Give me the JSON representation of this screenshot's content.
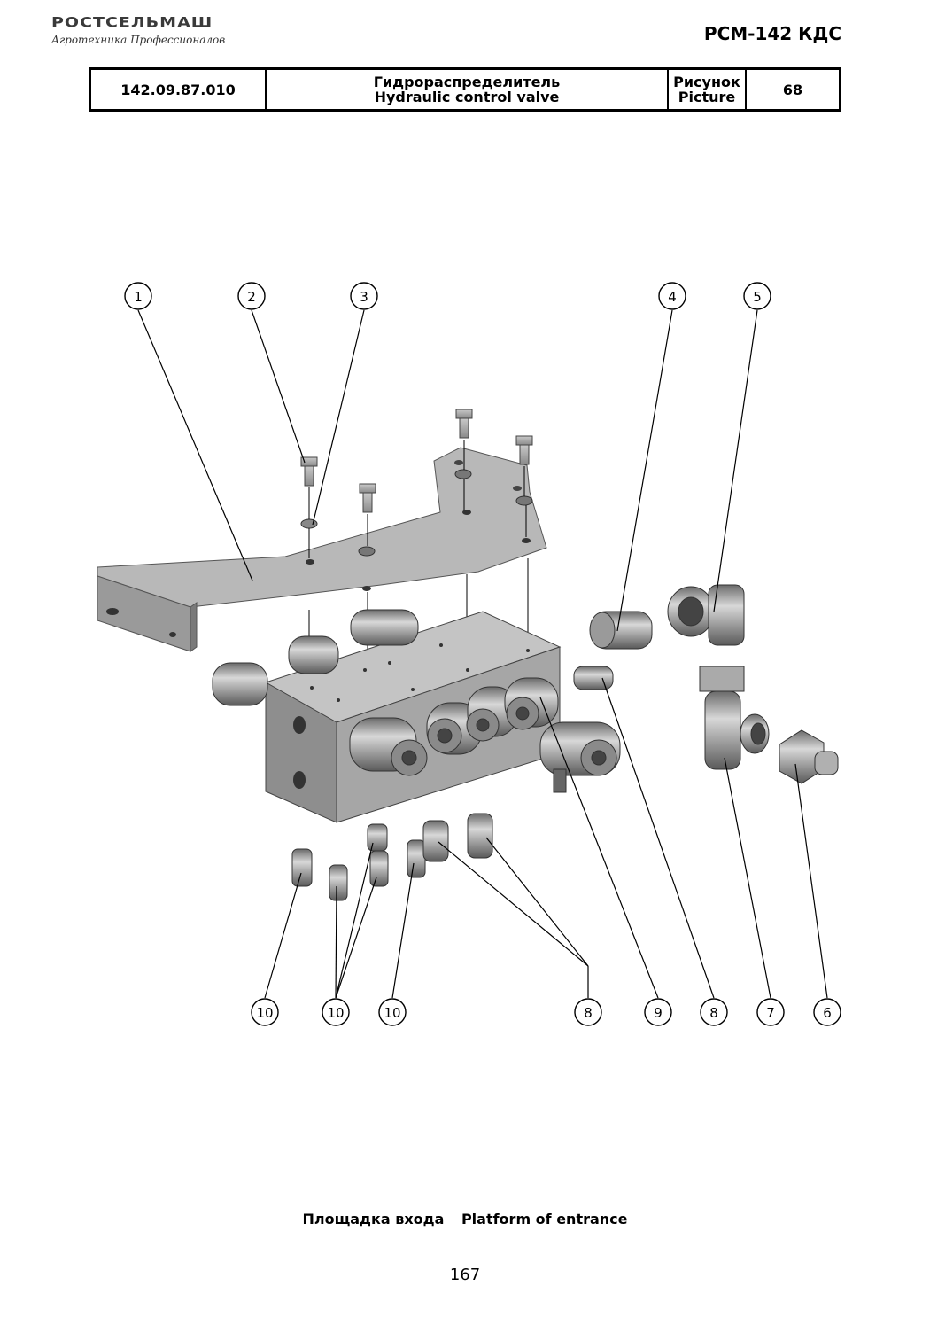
{
  "header": {
    "logo": "РОСТСЕЛЬМАШ",
    "tagline": "Агротехника Профессионалов",
    "model": "РСМ-142 КДС"
  },
  "title_block": {
    "part_number": "142.09.87.010",
    "name_ru": "Гидрораспределитель",
    "name_en": "Hydraulic control valve",
    "picture_ru": "Рисунок",
    "picture_en": "Picture",
    "picture_number": "68"
  },
  "callouts": {
    "c1": "1",
    "c2": "2",
    "c3": "3",
    "c4": "4",
    "c5": "5",
    "c10a": "10",
    "c10b": "10",
    "c10c": "10",
    "c8a": "8",
    "c9": "9",
    "c8b": "8",
    "c7": "7",
    "c6": "6"
  },
  "footer": {
    "caption_ru": "Площадка входа",
    "caption_en": "Platform of entrance",
    "page_number": "167"
  }
}
